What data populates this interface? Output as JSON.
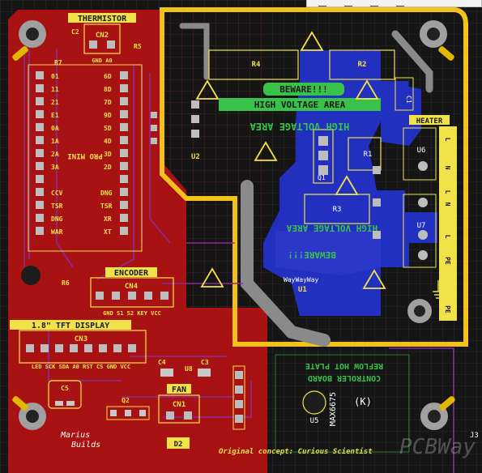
{
  "board": {
    "zones": {
      "thermistor": "THERMISTOR",
      "cn2": "CN2",
      "cn2_pins": "GND A0",
      "c2": "C2",
      "r7": "R7",
      "r5": "R5",
      "pro_mini": "PRO MINI",
      "encoder": "ENCODER",
      "cn4": "CN4",
      "cn4_pins": "GND S1 S2 KEY VCC",
      "r6": "R6",
      "tft": "1.8\" TFT DISPLAY",
      "cn3": "CN3",
      "cn3_pins": "LED SCK SDA A0 RST CS GND VCC",
      "c4": "C4",
      "c3": "C3",
      "u8": "U8",
      "c5": "C5",
      "q2": "Q2",
      "fan": "FAN",
      "cn1": "CN1",
      "d2": "D2",
      "author": "Marius\nBuilds",
      "credit": "Original concept: Curious Scientist",
      "u2": "U2",
      "r4": "R4",
      "r2": "R2",
      "r1": "R1",
      "r3": "R3",
      "c1": "C1",
      "q1": "Q1",
      "u1": "U1",
      "wayway": "WayWayWay",
      "beware": "BEWARE!!!",
      "hv": "HIGH VOLTAGE AREA",
      "heater": "HEATER",
      "u6": "U6",
      "u7": "U7",
      "heater_pins_1": "L N L",
      "heater_pins_2": "N L PE",
      "pe": "PE",
      "title_back_1": "REFLOW HOT PLATE",
      "title_back_2": "CONTROLER BOARD",
      "max": "MAX6675",
      "u5": "U5",
      "k": "(K)",
      "j3": "J3",
      "watermark": "PCBWay",
      "left_pins": [
        "RAW",
        "GND",
        "RST",
        "VCC",
        "A3",
        "A2",
        "A1",
        "A0",
        "13",
        "12",
        "11",
        "10"
      ],
      "right_pins": [
        "D9",
        "D8",
        "D7",
        "D6",
        "D5",
        "D4",
        "D3",
        "D2",
        "GND",
        "RST",
        "RX",
        "TX"
      ]
    },
    "colors": {
      "copper_front": "#b01010",
      "copper_back": "#1a23b8",
      "silkscreen": "#f2e24a",
      "edge": "#f2c21a"
    }
  }
}
